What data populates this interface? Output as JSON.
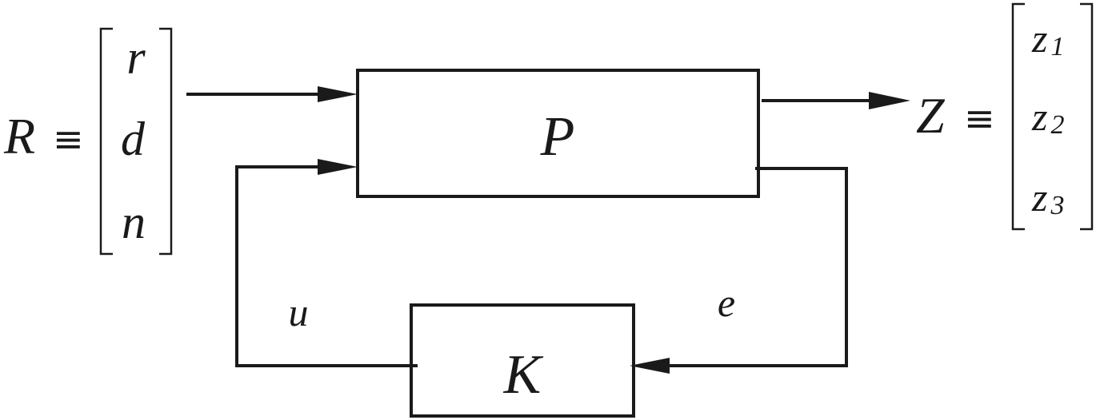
{
  "diagram": {
    "blocks": {
      "plant": {
        "label": "P"
      },
      "controller": {
        "label": "K"
      }
    },
    "input_vector": {
      "name": "R",
      "relation": "≡",
      "components": [
        "r",
        "d",
        "n"
      ]
    },
    "output_vector": {
      "name": "Z",
      "relation": "≡",
      "components": [
        {
          "base": "z",
          "index": "1"
        },
        {
          "base": "z",
          "index": "2"
        },
        {
          "base": "z",
          "index": "3"
        }
      ]
    },
    "signals": {
      "control": "u",
      "error": "e"
    }
  }
}
